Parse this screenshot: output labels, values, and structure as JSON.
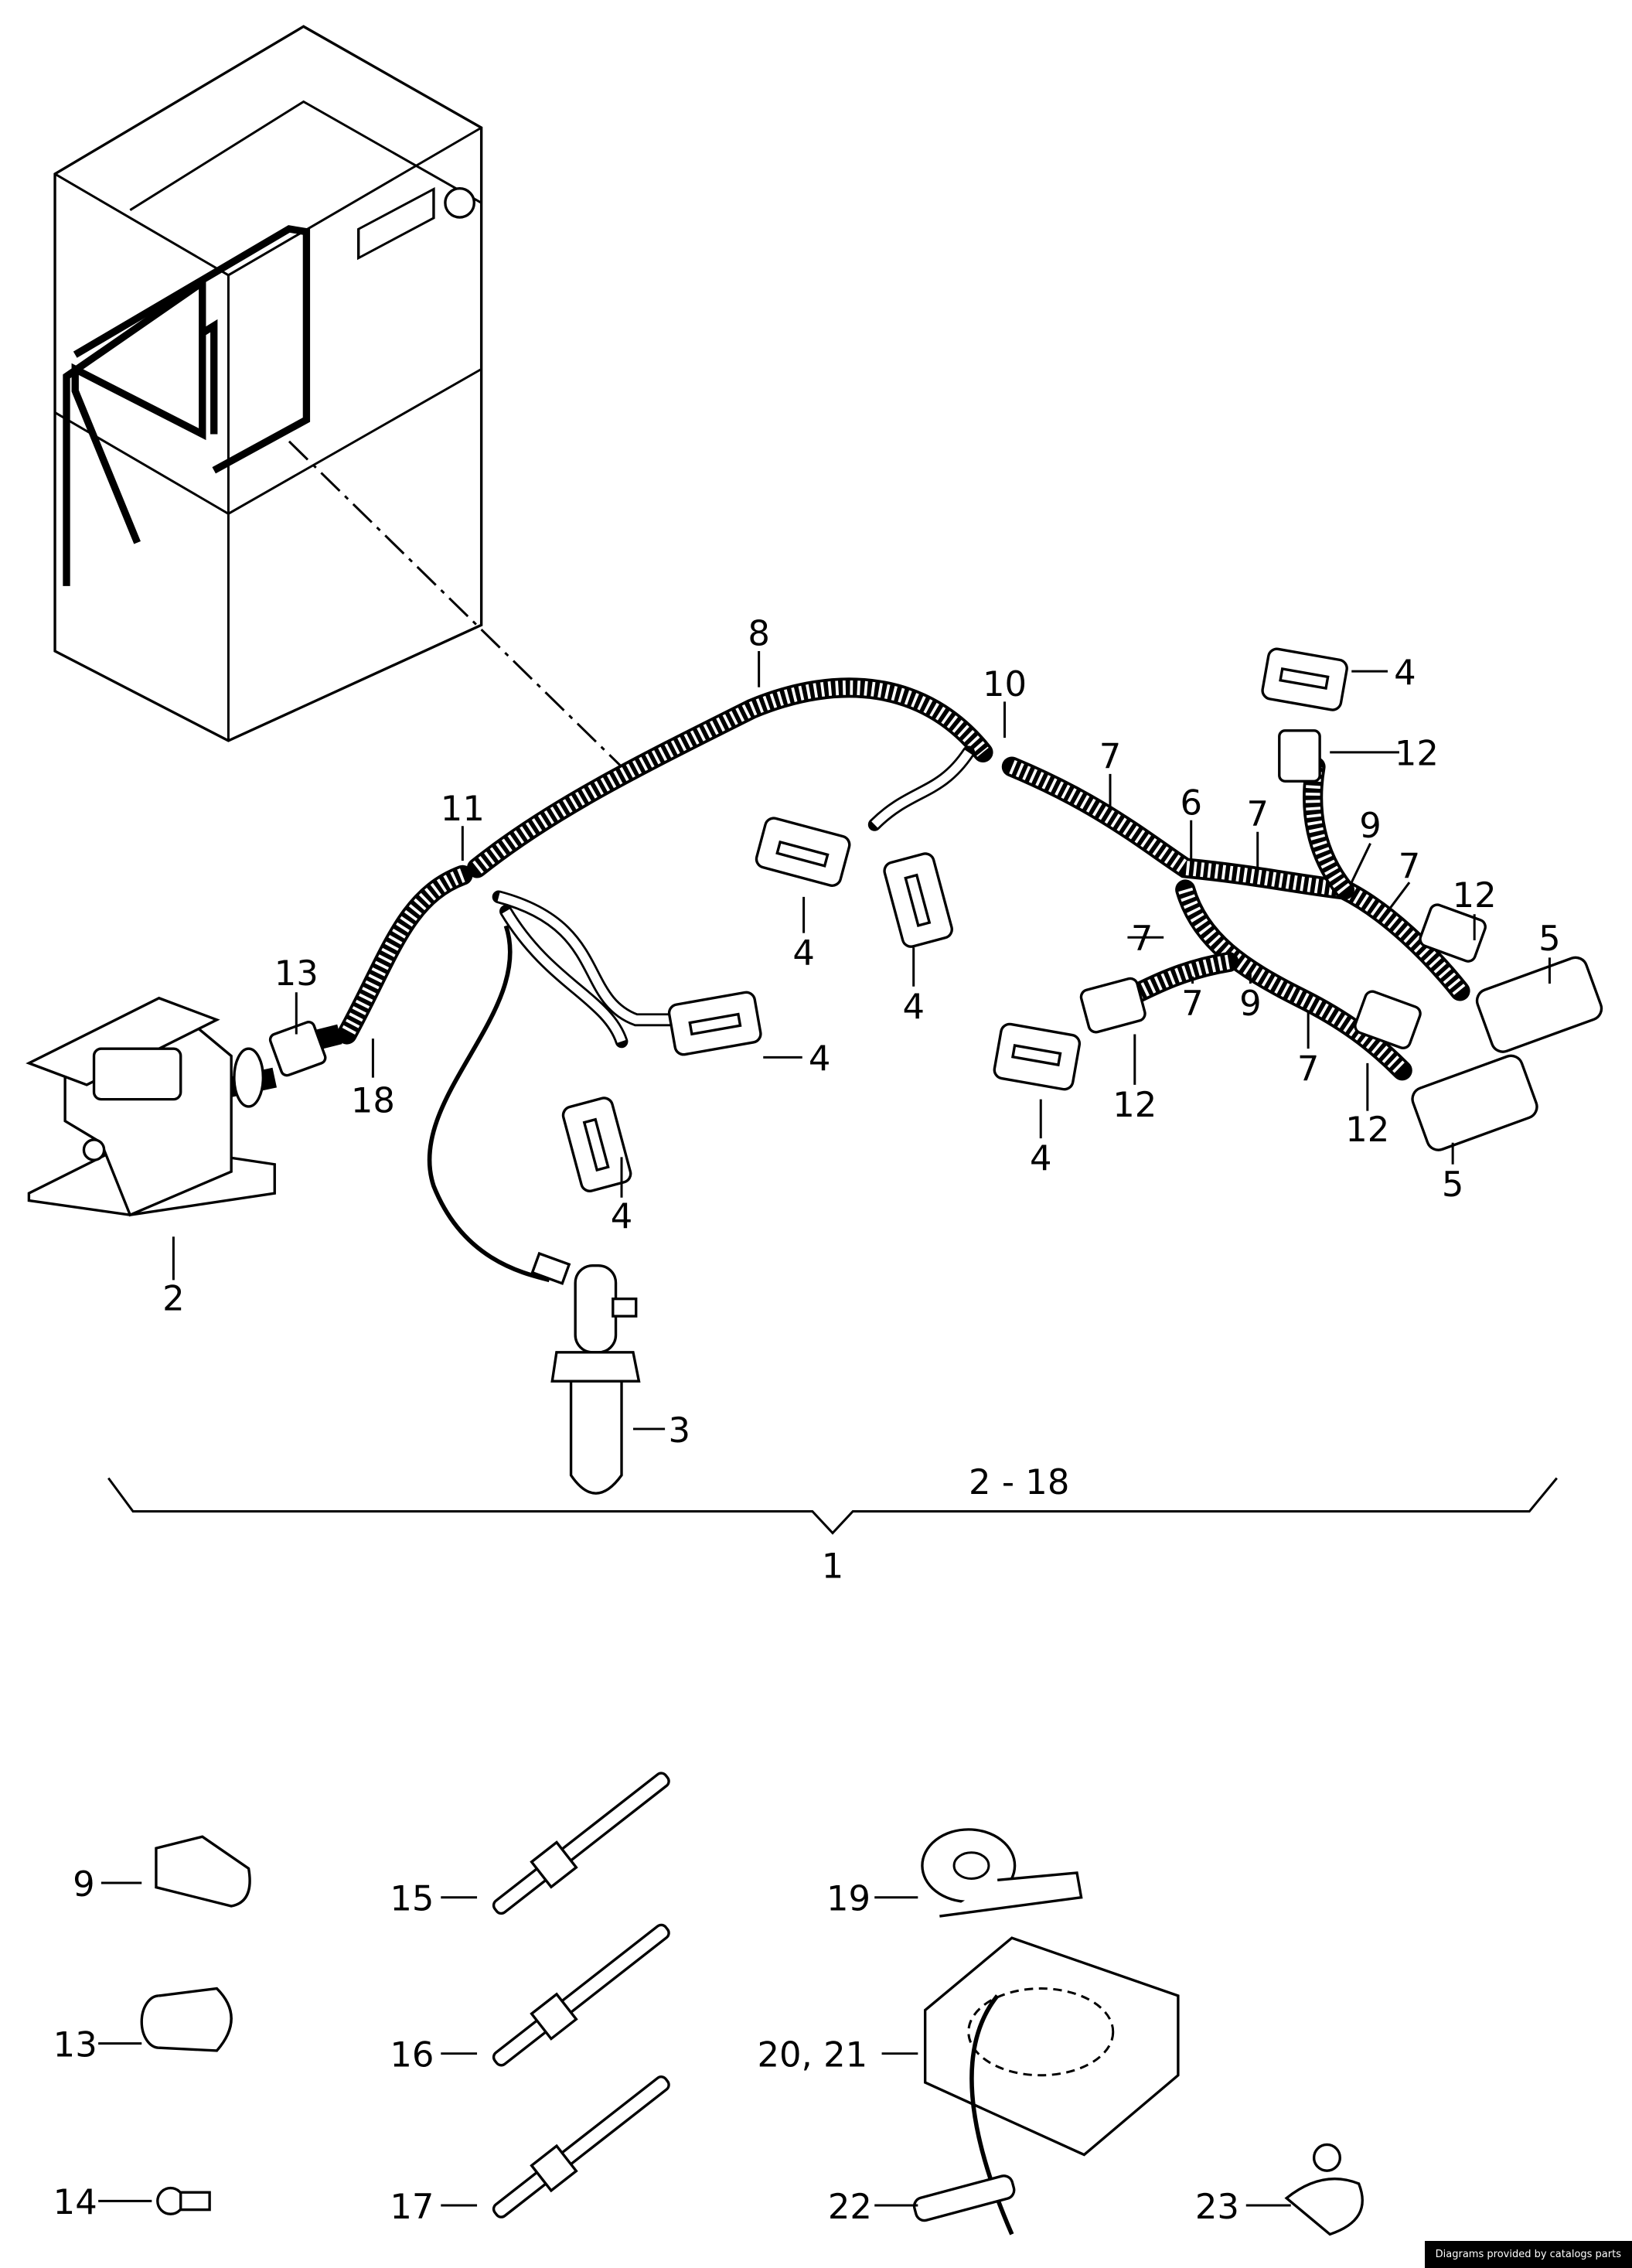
{
  "labels": {
    "l8": "8",
    "l10": "10",
    "l7a": "7",
    "l6": "6",
    "l7b": "7",
    "l9a": "9",
    "l7c": "7",
    "l4a": "4",
    "l12a": "12",
    "l11": "11",
    "l13": "13",
    "l18": "18",
    "l2": "2",
    "l4b": "4",
    "l4c": "4",
    "l4d": "4",
    "l4e": "4",
    "l7d": "7",
    "l12b": "12",
    "l5a": "5",
    "l7e": "7",
    "l9b": "9",
    "l7f": "7",
    "l12c": "12",
    "l12d": "12",
    "l4f": "4",
    "l5b": "5",
    "l3": "3",
    "range": "2 - 18",
    "l1": "1",
    "b9": "9",
    "b15": "15",
    "b19": "19",
    "b13": "13",
    "b16": "16",
    "b2021": "20, 21",
    "b14": "14",
    "b17": "17",
    "b22": "22",
    "b23": "23"
  },
  "credit": "Diagrams provided by catalogs parts"
}
